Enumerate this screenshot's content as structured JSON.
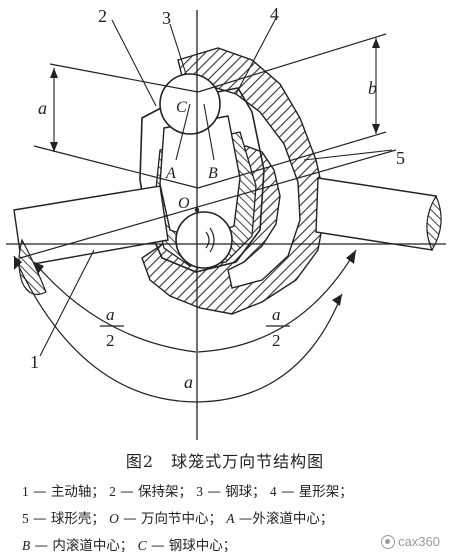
{
  "diagram": {
    "callouts": {
      "n1": "1",
      "n2": "2",
      "n3": "3",
      "n4": "4",
      "n5": "5"
    },
    "points": {
      "C": "C",
      "A": "A",
      "B": "B",
      "O": "O"
    },
    "dims": {
      "a_left": "a",
      "b_right": "b",
      "a_half_num": "a",
      "half_den": "2",
      "a_bottom": "a"
    }
  },
  "caption": {
    "title": "图2　球笼式万向节结构图",
    "legend": {
      "l1_p1_num": "1",
      "l1_p1_text": " — 主动轴；",
      "l1_p2_num": "2",
      "l1_p2_text": " — 保持架；",
      "l1_p3_num": "3",
      "l1_p3_text": " — 钢球；",
      "l1_p4_num": "4",
      "l1_p4_text": " — 星形架；",
      "l2_p5_num": "5",
      "l2_p5_text": " — 球形壳；",
      "l2_pO_sym": "O",
      "l2_pO_text": " — 万向节中心；",
      "l2_pA_sym": "A",
      "l2_pA_text": " —外滚道中心；",
      "l3_pB_sym": "B",
      "l3_pB_text": " — 内滚道中心；",
      "l3_pC_sym": "C",
      "l3_pC_text": " — 钢球中心；"
    }
  },
  "watermark": {
    "text": "cax360"
  }
}
